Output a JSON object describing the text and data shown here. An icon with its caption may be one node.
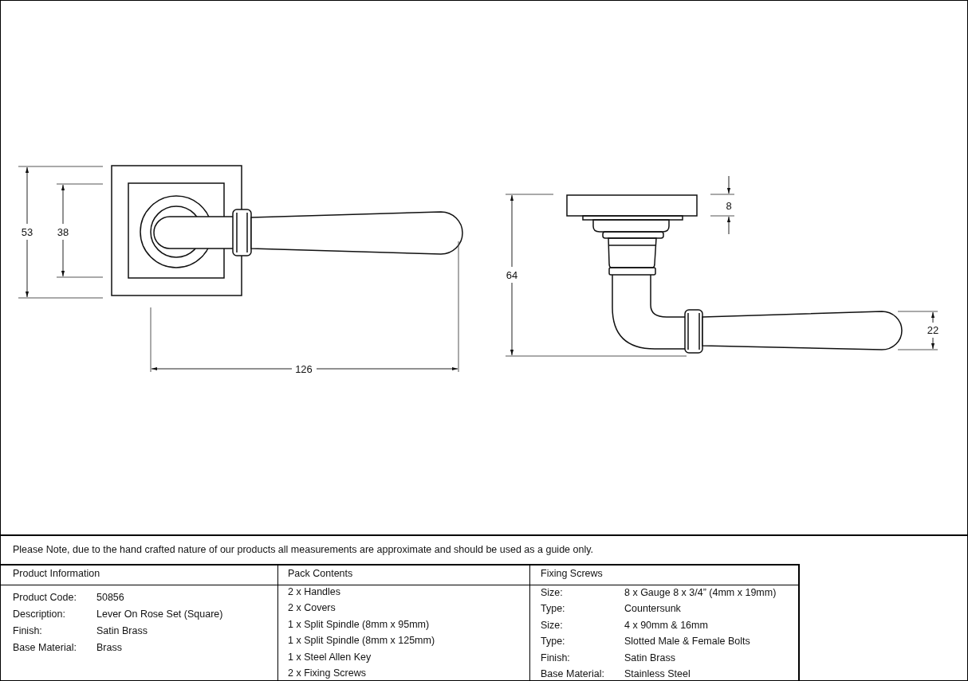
{
  "diagram": {
    "labels": [
      "53",
      "38",
      "126",
      "64",
      "8",
      "22",
      "Please Note, due to the hand crafted nature of our products all measurements are approximate and should be used as a guide only.",
      "Product Information",
      "Pack Contents",
      "Fixing Screws",
      "Product Code:",
      "50856",
      "Description:",
      "Lever On Rose Set (Square)",
      "Finish:",
      "Satin Brass",
      "Base Material:",
      "Brass",
      "2 x Handles",
      "2 x Covers",
      "1 x Split Spindle (8mm x 95mm)",
      "1 x Split Spindle (8mm x 125mm)",
      "1 x Steel Allen Key",
      "2 x Fixing Screws",
      "Size:",
      "8 x Gauge 8 x 3/4” (4mm x 19mm)",
      "Type:",
      "Countersunk",
      "Size:",
      "4 x 90mm & 16mm",
      "Type:",
      "Slotted Male & Female Bolts",
      "Finish:",
      "Satin Brass",
      "Base Material:",
      "Stainless Steel"
    ]
  }
}
